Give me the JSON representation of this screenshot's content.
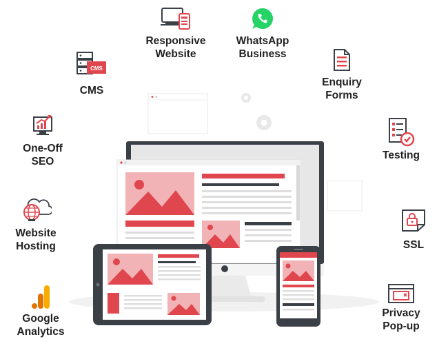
{
  "colors": {
    "accent": "#e0464e",
    "accent_light": "#f2b3b6",
    "dark": "#3b3f46",
    "text": "#222222",
    "whatsapp": "#25d366",
    "analytics_orange": "#f9ab00",
    "analytics_dark": "#e37400"
  },
  "features": {
    "responsive": {
      "line1": "Responsive",
      "line2": "Website",
      "icon": "responsive-devices-icon"
    },
    "whatsapp": {
      "line1": "WhatsApp",
      "line2": "Business",
      "icon": "whatsapp-icon"
    },
    "cms": {
      "line1": "CMS",
      "icon": "cms-server-icon"
    },
    "enquiry": {
      "line1": "Enquiry",
      "line2": "Forms",
      "icon": "form-document-icon"
    },
    "seo": {
      "line1": "One-Off",
      "line2": "SEO",
      "icon": "seo-chart-icon"
    },
    "testing": {
      "line1": "Testing",
      "icon": "checklist-icon"
    },
    "hosting": {
      "line1": "Website",
      "line2": "Hosting",
      "icon": "globe-cloud-icon"
    },
    "ssl": {
      "line1": "SSL",
      "icon": "ssl-lock-icon"
    },
    "analytics": {
      "line1": "Google",
      "line2": "Analytics",
      "icon": "google-analytics-icon"
    },
    "privacy": {
      "line1": "Privacy",
      "line2": "Pop-up",
      "icon": "popup-window-icon"
    }
  }
}
